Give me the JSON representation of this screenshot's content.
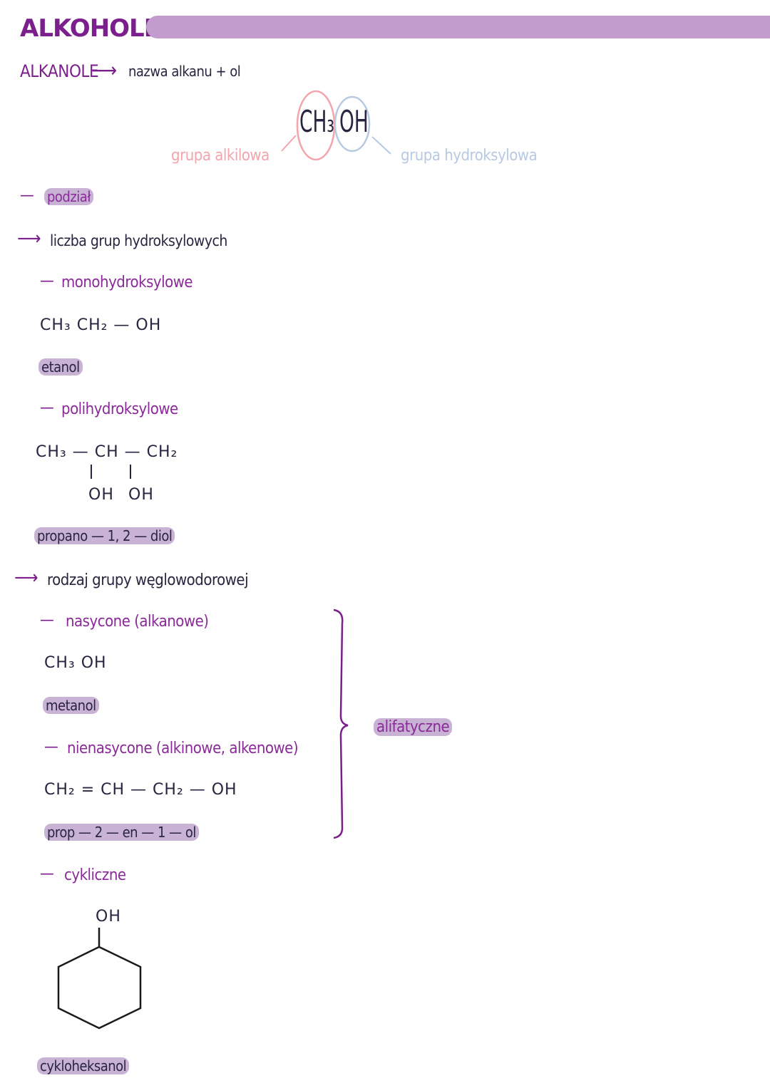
{
  "header": {
    "title": "ALKOHOLE"
  },
  "intro": {
    "term": "ALKANOLE",
    "arrow": "⟶",
    "rule": "nazwa alkanu + ol"
  },
  "formula_main": {
    "left": "CH₃",
    "right": "OH",
    "left_label": "grupa alkilowa",
    "right_label": "grupa hydroksylowa"
  },
  "division": {
    "heading": "podział",
    "by_count": {
      "label": "liczba grup hydroksylowych",
      "mono": {
        "label": "monohydroksylowe",
        "formula": "CH₃ CH₂ — OH",
        "name": "etanol"
      },
      "poly": {
        "label": "polihydroksylowe",
        "formula_top": "CH₃ — CH — CH₂",
        "oh1": "OH",
        "oh2": "OH",
        "name": "propano — 1, 2 — diol"
      }
    },
    "by_group": {
      "label": "rodzaj grupy węglowodorowej",
      "saturated": {
        "label": "nasycone (alkanowe)",
        "formula": "CH₃ OH",
        "name": "metanol"
      },
      "unsaturated": {
        "label": "nienasycone (alkinowe, alkenowe)",
        "formula": "CH₂ = CH — CH₂ — OH",
        "name": "prop — 2 — en — 1 — ol"
      },
      "bracket_label": "alifatyczne",
      "cyclic": {
        "label": "cykliczne",
        "oh": "OH",
        "name": "cykloheksanol"
      }
    }
  },
  "colors": {
    "title": "#7b1f8c",
    "title_bar": "#c29ccd",
    "highlight": "#c9b3d4",
    "alkyl": "#f2a5ad",
    "hydroxyl": "#b8c9e2"
  }
}
